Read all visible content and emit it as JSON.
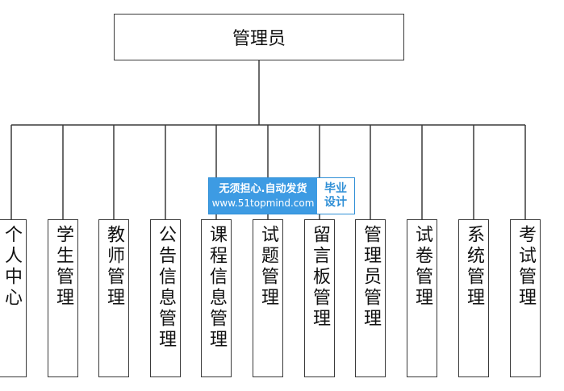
{
  "root": {
    "label": "管理员"
  },
  "children": [
    {
      "label": "个人中心"
    },
    {
      "label": "学生管理"
    },
    {
      "label": "教师管理"
    },
    {
      "label": "公告信息管理"
    },
    {
      "label": "课程信息管理"
    },
    {
      "label": "试题管理"
    },
    {
      "label": "留言板管理"
    },
    {
      "label": "管理员管理"
    },
    {
      "label": "试卷管理"
    },
    {
      "label": "系统管理"
    },
    {
      "label": "考试管理"
    }
  ],
  "watermark": {
    "line1": "无须担心.自动发货",
    "line2": "www.51topmind.com",
    "badge_top": "毕业",
    "badge_bottom": "设计"
  },
  "colors": {
    "line": "#3a3a3a",
    "watermark_blue": "#3d9be3"
  }
}
